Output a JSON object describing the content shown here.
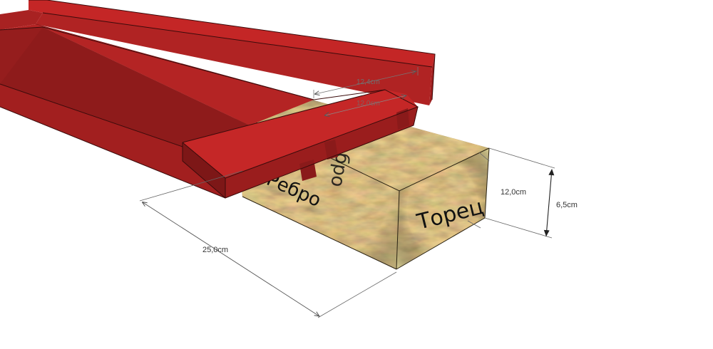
{
  "colors": {
    "frame_top": "#c82727",
    "frame_mid": "#b32222",
    "frame_dark": "#8f1b1b",
    "frame_edge": "#3a0b0b",
    "brick_base": "#9a7646",
    "brick_front": "#8a6a3f",
    "brick_highlight": "#c9b67a",
    "dim_line": "#555555"
  },
  "labels": {
    "end_face": "Торец",
    "side_face": "Ребро",
    "top_face": "Ребро"
  },
  "dimensions": {
    "length": "25,0cm",
    "width": "12,0cm",
    "height": "6,5cm",
    "inner_width": "12,4cm",
    "inner_width_2": "12,0cm"
  }
}
